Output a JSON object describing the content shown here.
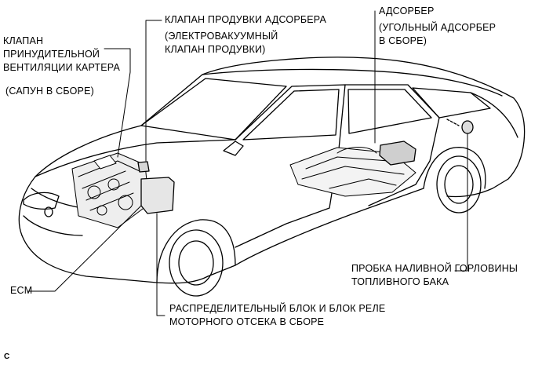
{
  "labels": {
    "pcv_valve": "КЛАПАН ПРИНУДИТЕЛЬНОЙ ВЕНТИЛЯЦИИ КАРТЕРА",
    "pcv_line1": "КЛАПАН",
    "pcv_line2": "ПРИНУДИТЕЛЬНОЙ",
    "pcv_line3": "ВЕНТИЛЯЦИИ КАРТЕРА",
    "pcv_sub": "(САПУН В СБОРЕ)",
    "purge_valve": "КЛАПАН ПРОДУВКИ АДСОРБЕРА",
    "purge_sub1": "(ЭЛЕКТРОВАКУУМНЫЙ",
    "purge_sub2": "КЛАПАН ПРОДУВКИ)",
    "canister": "АДСОРБЕР",
    "canister_sub1": "(УГОЛЬНЫЙ АДСОРБЕР",
    "canister_sub2": "В СБОРЕ)",
    "fuel_cap1": "ПРОБКА НАЛИВНОЙ ГОРЛОВИНЫ",
    "fuel_cap2": "ТОПЛИВНОГО БАКА",
    "ecm": "ECM",
    "relay1": "РАСПРЕДЕЛИТЕЛЬНЫЙ БЛОК И БЛОК РЕЛЕ",
    "relay2": "МОТОРНОГО ОТСЕКА В СБОРЕ",
    "corner_mark": "C"
  }
}
